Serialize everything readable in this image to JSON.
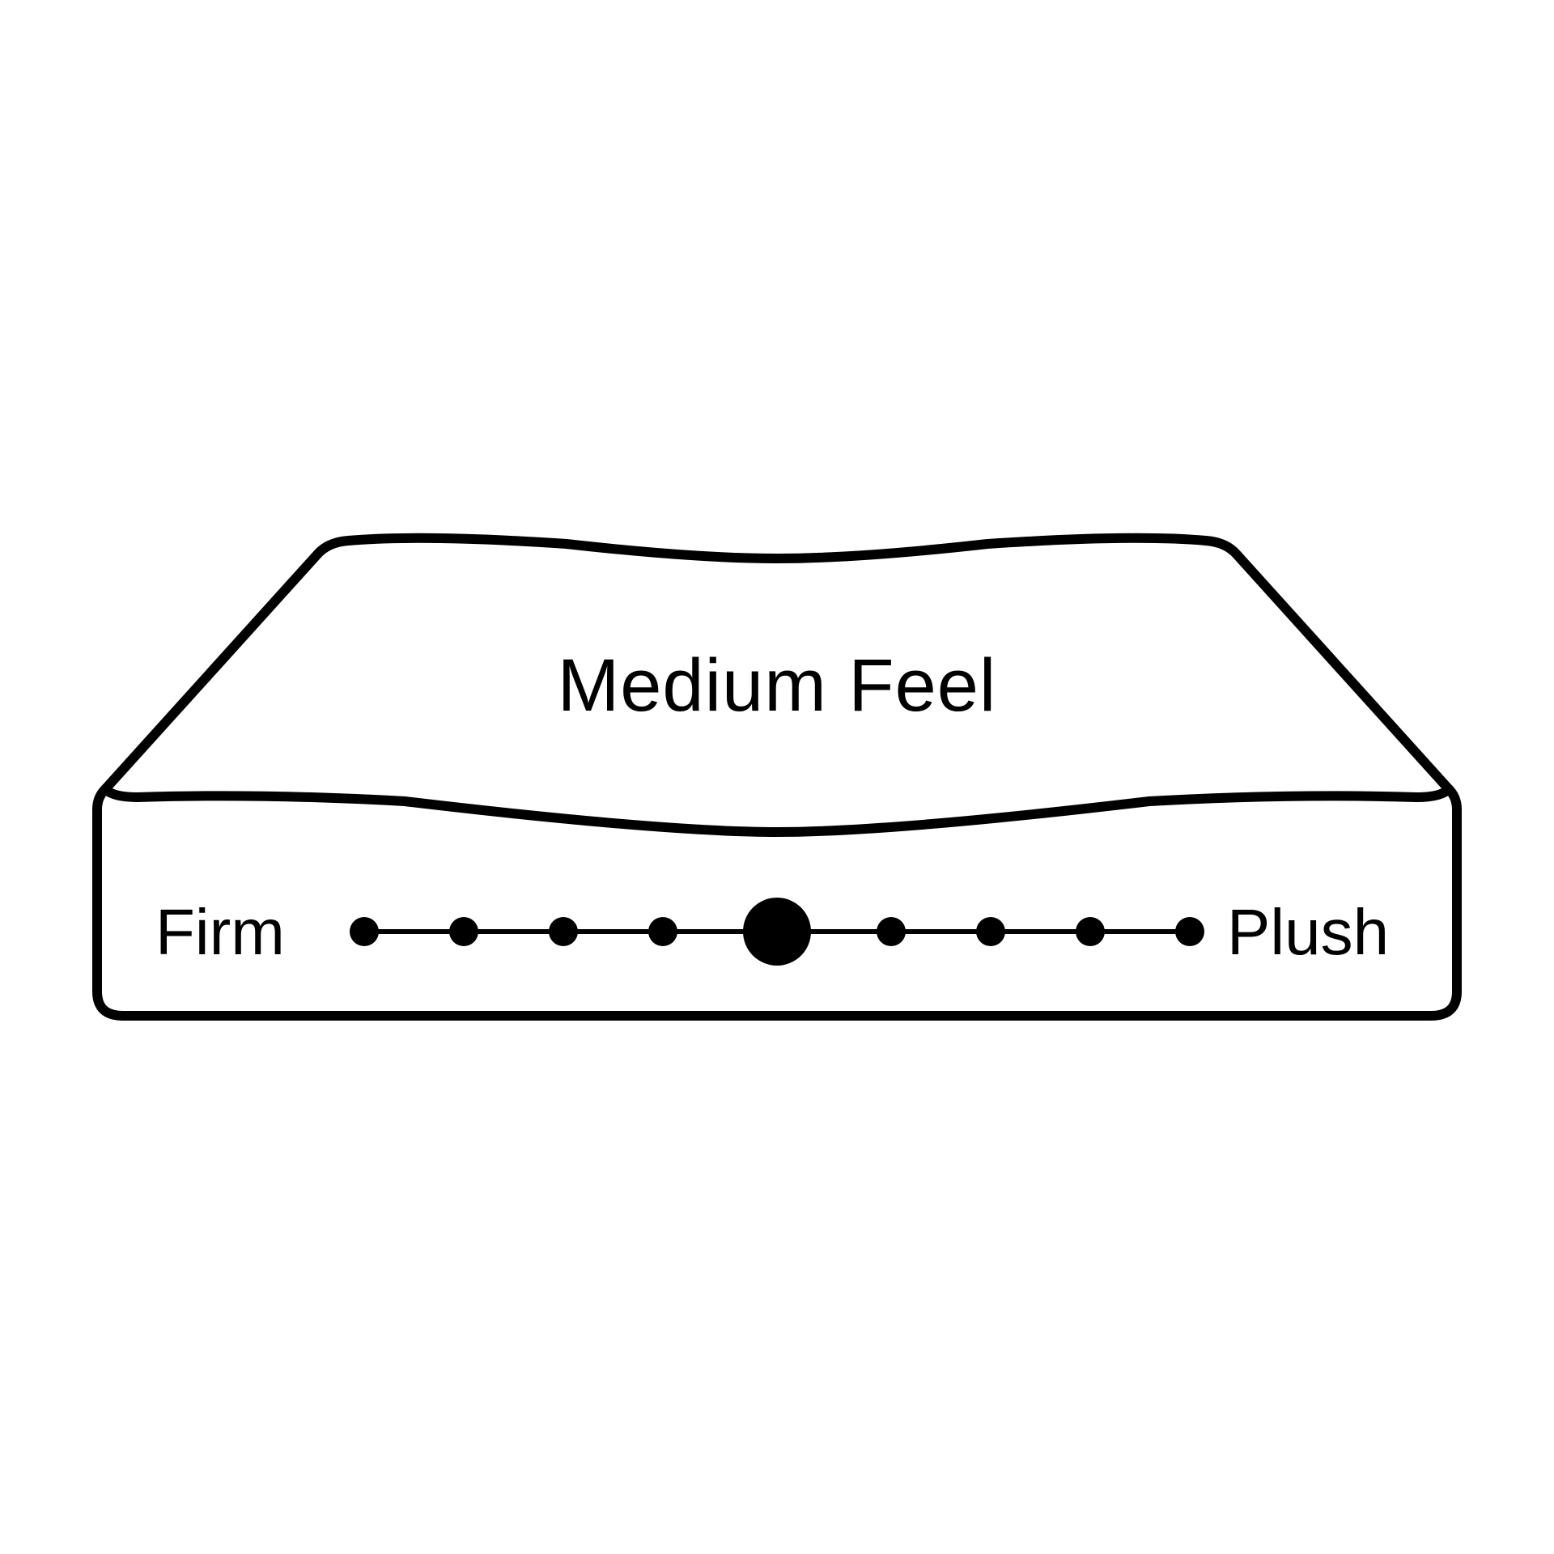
{
  "diagram": {
    "title": "Medium Feel",
    "scale": {
      "left_label": "Firm",
      "right_label": "Plush",
      "steps": 9,
      "selected_step": 5
    },
    "colors": {
      "stroke": "#000000",
      "background": "#ffffff"
    }
  }
}
